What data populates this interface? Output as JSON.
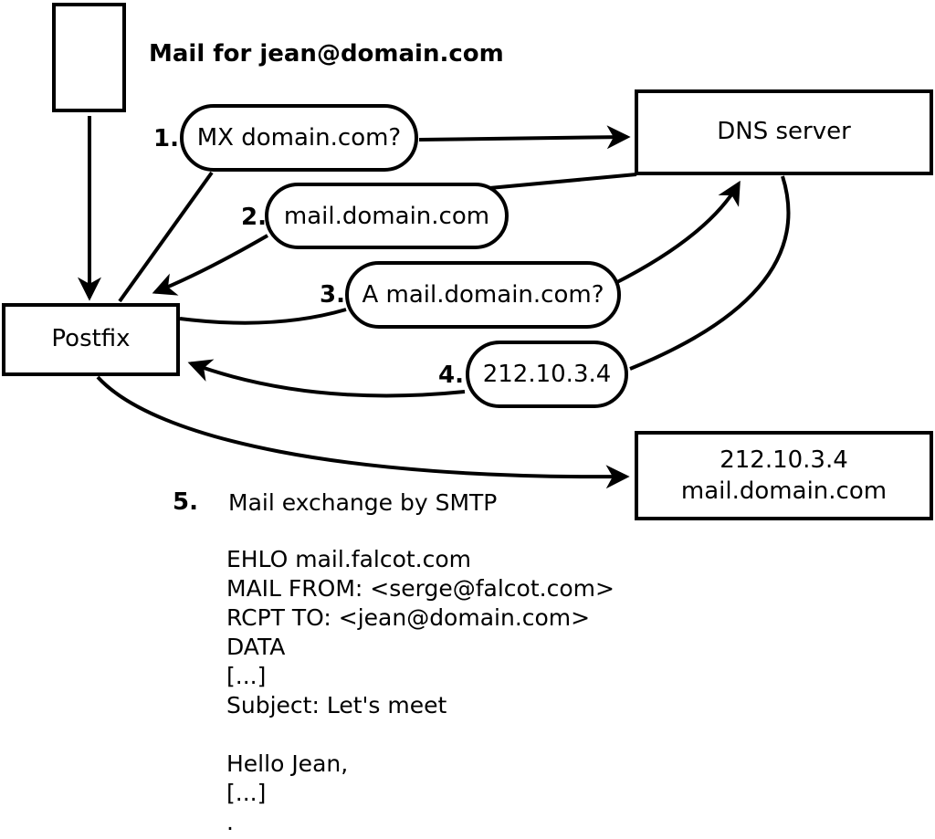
{
  "diagram": {
    "annotation_mail_for": "Mail for jean@domain.com",
    "nodes": {
      "postfix": {
        "label": "Postfix"
      },
      "dns_server": {
        "label": "DNS server"
      },
      "mail_server": {
        "line1": "212.10.3.4",
        "line2": "mail.domain.com"
      }
    },
    "steps": [
      {
        "number": "1.",
        "label": "MX domain.com?"
      },
      {
        "number": "2.",
        "label": "mail.domain.com"
      },
      {
        "number": "3.",
        "label": "A mail.domain.com?"
      },
      {
        "number": "4.",
        "label": "212.10.3.4"
      },
      {
        "number": "5.",
        "label": "Mail exchange by SMTP"
      }
    ],
    "smtp_session": {
      "lines": [
        "EHLO mail.falcot.com",
        "MAIL FROM: <serge@falcot.com>",
        "RCPT TO: <jean@domain.com>",
        "DATA",
        "[...]",
        "Subject: Let's meet",
        "",
        "Hello Jean,",
        "[...]",
        "."
      ]
    },
    "colors": {
      "stroke": "#000000",
      "background": "#ffffff"
    }
  }
}
